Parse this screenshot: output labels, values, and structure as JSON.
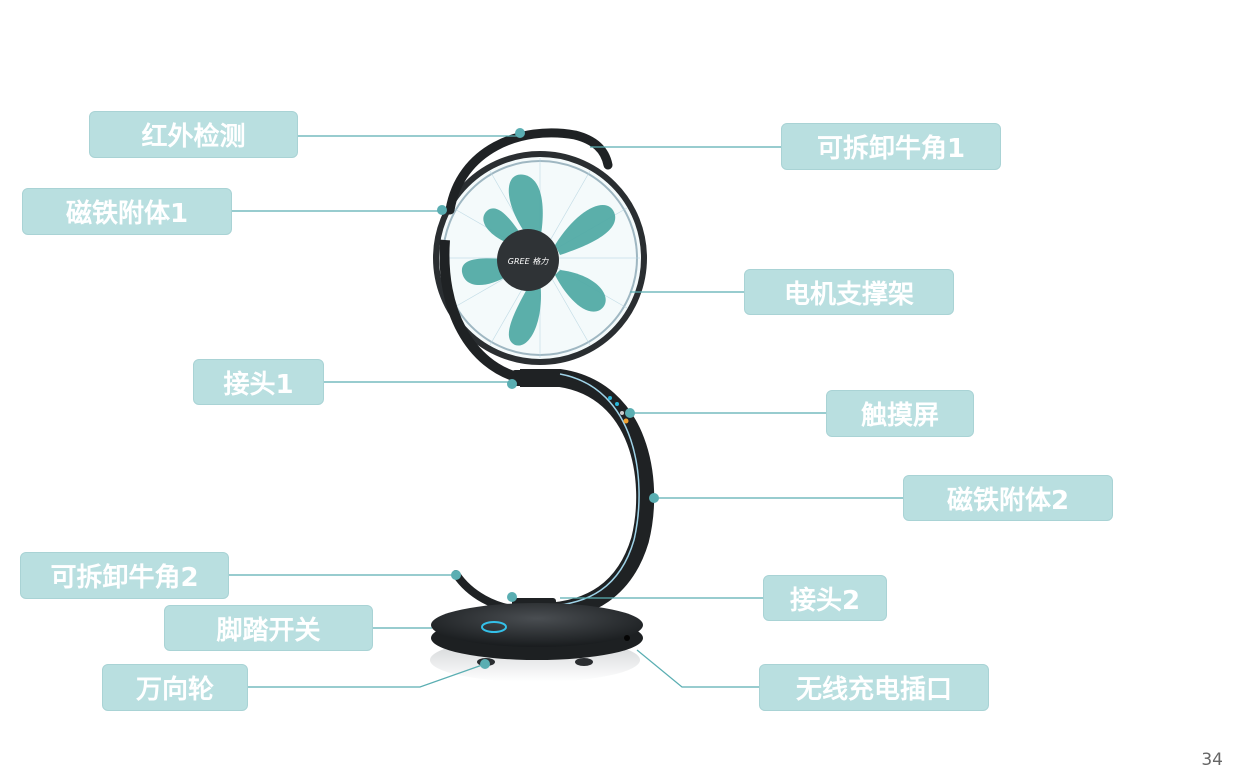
{
  "page_number": "34",
  "product": {
    "name": "fan",
    "brand_logo_text": "GREE 格力",
    "colors": {
      "blade": "#4fa9a4",
      "frame": "#1f2224",
      "accent_line": "#9fd3e8",
      "label_bg": "#b9dfe0",
      "connector": "#5aaeb2"
    }
  },
  "callouts": [
    {
      "id": "infrared",
      "label": "红外检测"
    },
    {
      "id": "magnet1",
      "label": "磁铁附体1"
    },
    {
      "id": "horn1",
      "label": "可拆卸牛角1"
    },
    {
      "id": "motor-bracket",
      "label": "电机支撑架"
    },
    {
      "id": "joint1",
      "label": "接头1"
    },
    {
      "id": "touchscreen",
      "label": "触摸屏"
    },
    {
      "id": "magnet2",
      "label": "磁铁附体2"
    },
    {
      "id": "horn2",
      "label": "可拆卸牛角2"
    },
    {
      "id": "joint2",
      "label": "接头2"
    },
    {
      "id": "foot-switch",
      "label": "脚踏开关"
    },
    {
      "id": "caster",
      "label": "万向轮"
    },
    {
      "id": "wireless-charging-port",
      "label": "无线充电插口"
    }
  ]
}
